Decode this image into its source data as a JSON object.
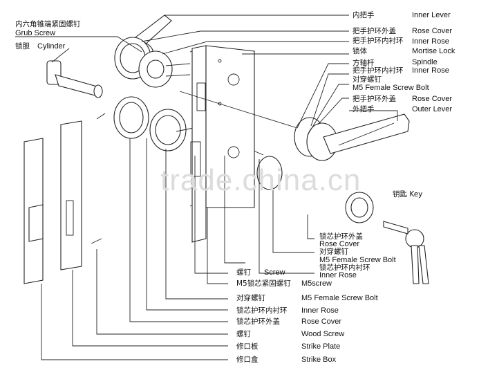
{
  "watermark": "trade.china.cn",
  "left_labels": {
    "grub_screw_cn": "内六角锥端紧固螺钉",
    "grub_screw_en": "Grub Screw",
    "cylinder_cn": "锁胆",
    "cylinder_en": "Cylinder"
  },
  "right_top": [
    {
      "cn": "内把手",
      "en": "Inner Lever"
    },
    {
      "cn": "把手护环外盖",
      "en": "Rose Cover"
    },
    {
      "cn": "把手护环内衬环",
      "en": "Inner Rose"
    },
    {
      "cn": "锁体",
      "en": "Mortise Lock"
    },
    {
      "cn": "方轴杆",
      "en": "Spindle"
    },
    {
      "cn": "把手护环内衬环",
      "en": "Inner Rose"
    },
    {
      "cn": "对穿螺钉",
      "en": ""
    },
    {
      "cn": "",
      "en": "M5 Female Screw Bolt"
    },
    {
      "cn": "把手护环外盖",
      "en": "Rose Cover"
    },
    {
      "cn": "外把手",
      "en": "Outer Lever"
    }
  ],
  "key_label": "钥匙 Key",
  "mid_right": {
    "rose_cover_cn": "锁芯护环外盖",
    "rose_cover_en": "Rose Cover",
    "bolt_cn": "对穿螺钉",
    "bolt_en": "M5 Female Screw Bolt",
    "inner_rose_cn": "锁芯护环内衬环",
    "inner_rose_en": "Inner Rose"
  },
  "screw_row": {
    "cn": "螺钉",
    "en": "Screw"
  },
  "bottom": [
    {
      "cn": "M5锁芯紧固螺钉",
      "en": "M5screw"
    },
    {
      "cn": "对穿螺钉",
      "en": "M5 Female Screw Bolt"
    },
    {
      "cn": "锁芯护环内衬环",
      "en": "Inner Rose"
    },
    {
      "cn": "锁芯护环外盖",
      "en": "Rose Cover"
    },
    {
      "cn": "螺钉",
      "en": "Wood Screw"
    },
    {
      "cn": "修口板",
      "en": "Strike Plate"
    },
    {
      "cn": "修口盒",
      "en": "Strike Box"
    }
  ]
}
